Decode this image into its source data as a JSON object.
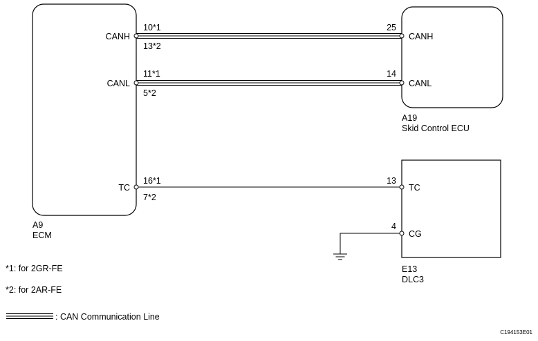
{
  "ecm": {
    "code": "A9",
    "name": "ECM",
    "pins": {
      "canh": "CANH",
      "canl": "CANL",
      "tc": "TC"
    }
  },
  "skid_ecu": {
    "code": "A19",
    "name": "Skid Control ECU",
    "pins": {
      "canh": "CANH",
      "canl": "CANL"
    }
  },
  "dlc3": {
    "code": "E13",
    "name": "DLC3",
    "pins": {
      "tc": "TC",
      "cg": "CG"
    }
  },
  "wires": {
    "canh": {
      "ecm_pin_1": "10*1",
      "ecm_pin_2": "13*2",
      "far_pin": "25"
    },
    "canl": {
      "ecm_pin_1": "11*1",
      "ecm_pin_2": "5*2",
      "far_pin": "14"
    },
    "tc": {
      "ecm_pin_1": "16*1",
      "ecm_pin_2": "7*2",
      "far_pin": "13"
    },
    "cg": {
      "far_pin": "4"
    }
  },
  "notes": {
    "note1": "*1: for 2GR-FE",
    "note2": "*2: for 2AR-FE"
  },
  "legend": {
    "can_line": ": CAN Communication Line"
  },
  "figure_id": "C194153E01"
}
